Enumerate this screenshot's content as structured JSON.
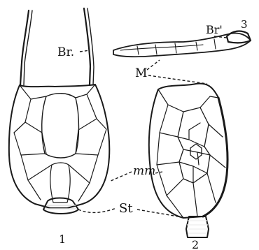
{
  "labels": {
    "br": "Br.",
    "br_prime": "Br'",
    "m": "M",
    "mm": "mm",
    "st": "St",
    "fig1": "1",
    "fig2": "2",
    "fig3": "3"
  }
}
